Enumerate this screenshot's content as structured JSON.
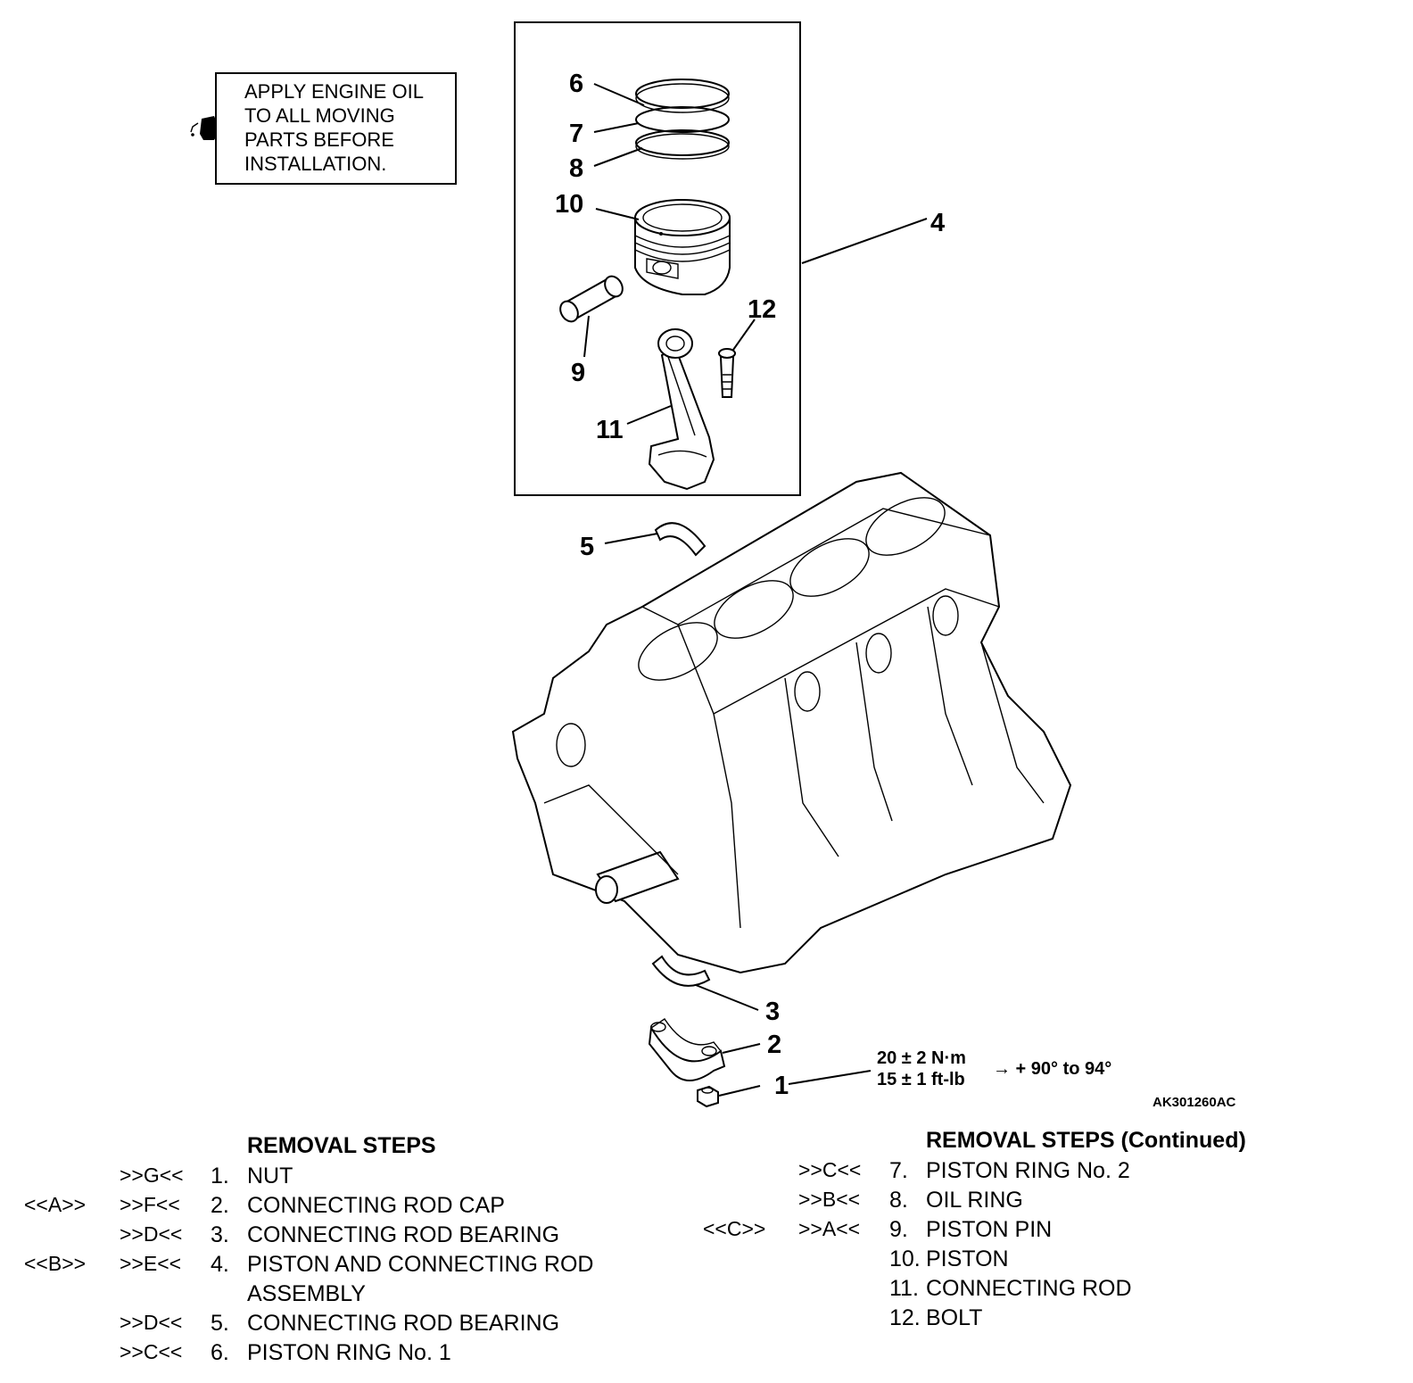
{
  "note": {
    "lines": [
      "APPLY ENGINE OIL",
      "TO ALL MOVING",
      "PARTS BEFORE",
      "INSTALLATION."
    ]
  },
  "callouts": [
    "1",
    "2",
    "3",
    "4",
    "5",
    "6",
    "7",
    "8",
    "9",
    "10",
    "11",
    "12"
  ],
  "torque": {
    "line1": "20 ± 2 N·m",
    "line2": "15 ± 1 ft-lb",
    "angle": "→ + 90° to 94°"
  },
  "figure_id": "AK301260AC",
  "removal_left": {
    "heading": "REMOVAL STEPS",
    "steps": [
      {
        "install": "",
        "removal": ">>G<<",
        "num": "1.",
        "text": "NUT"
      },
      {
        "install": "<<A>>",
        "removal": ">>F<<",
        "num": "2.",
        "text": "CONNECTING ROD CAP"
      },
      {
        "install": "",
        "removal": ">>D<<",
        "num": "3.",
        "text": "CONNECTING ROD BEARING"
      },
      {
        "install": "<<B>>",
        "removal": ">>E<<",
        "num": "4.",
        "text": "PISTON AND CONNECTING ROD"
      },
      {
        "install": "",
        "removal": "",
        "num": "",
        "text": "ASSEMBLY"
      },
      {
        "install": "",
        "removal": ">>D<<",
        "num": "5.",
        "text": "CONNECTING ROD BEARING"
      },
      {
        "install": "",
        "removal": ">>C<<",
        "num": "6.",
        "text": "PISTON RING No. 1"
      }
    ]
  },
  "removal_right": {
    "heading": "REMOVAL STEPS (Continued)",
    "steps": [
      {
        "install": "",
        "removal": ">>C<<",
        "num": "7.",
        "text": "PISTON RING No. 2"
      },
      {
        "install": "",
        "removal": ">>B<<",
        "num": "8.",
        "text": "OIL RING"
      },
      {
        "install": "<<C>>",
        "removal": ">>A<<",
        "num": "9.",
        "text": "PISTON PIN"
      },
      {
        "install": "",
        "removal": "",
        "num": "10.",
        "text": "PISTON"
      },
      {
        "install": "",
        "removal": "",
        "num": "11.",
        "text": "CONNECTING ROD"
      },
      {
        "install": "",
        "removal": "",
        "num": "12.",
        "text": "BOLT"
      }
    ]
  }
}
